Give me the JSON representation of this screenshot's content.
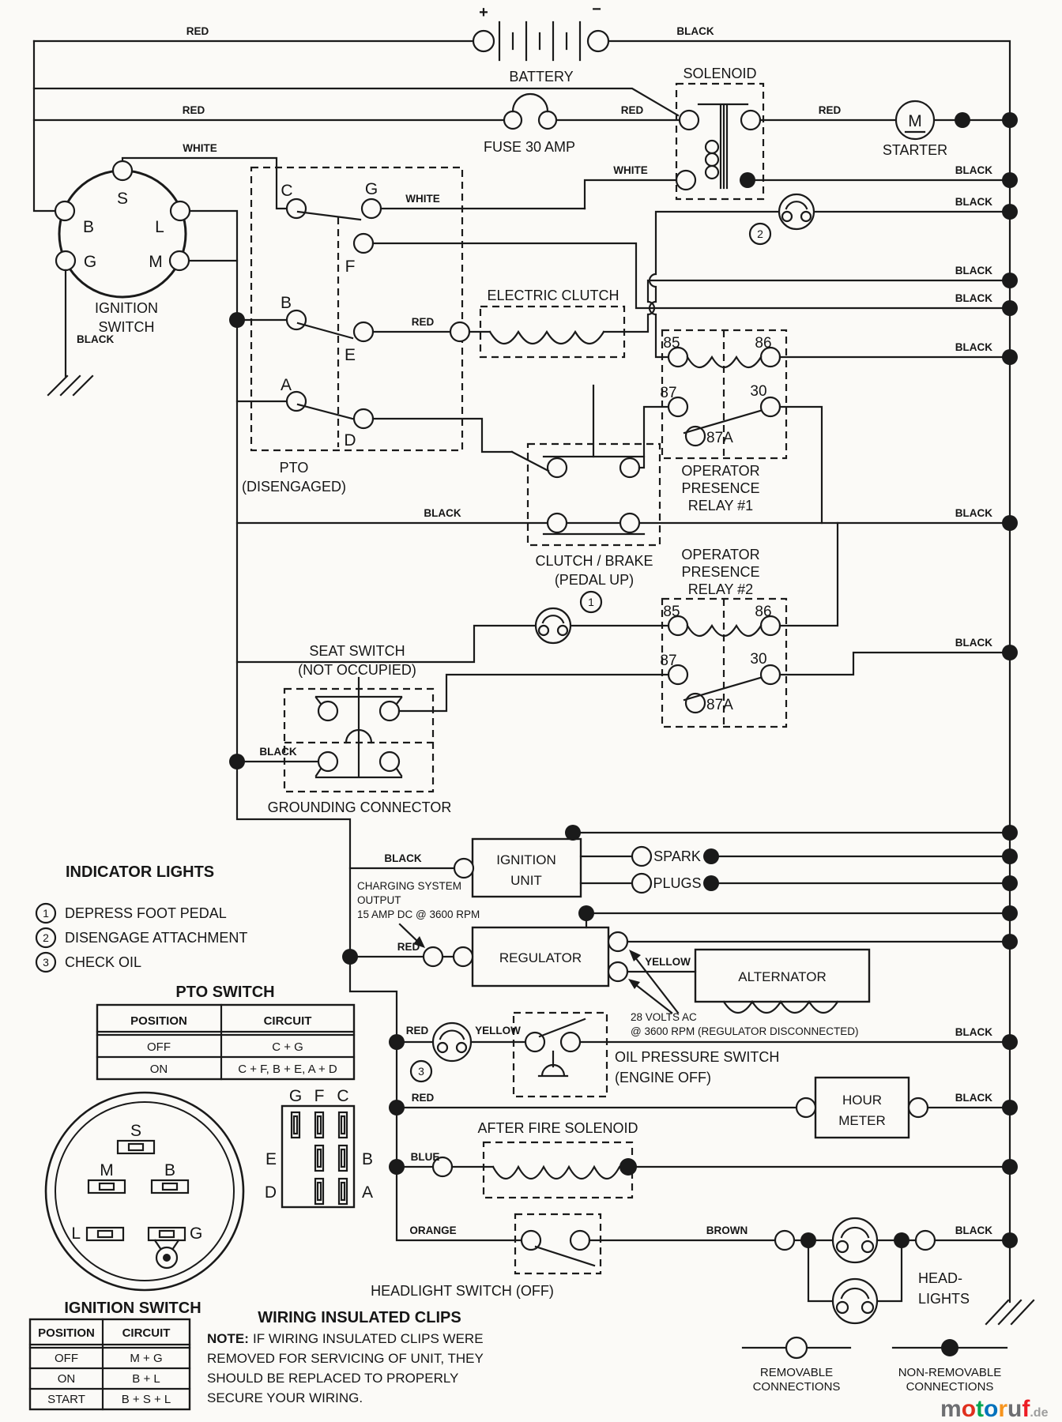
{
  "wire_colors": {
    "red": "RED",
    "black": "BLACK",
    "white": "WHITE",
    "yellow": "YELLOW",
    "blue": "BLUE",
    "orange": "ORANGE",
    "brown": "BROWN"
  },
  "components": {
    "battery": "BATTERY",
    "battery_plus": "+",
    "battery_minus": "−",
    "fuse": "FUSE 30 AMP",
    "solenoid": "SOLENOID",
    "starter": "STARTER",
    "starter_motor": "M",
    "ignition_switch": [
      "IGNITION",
      "SWITCH"
    ],
    "pto": [
      "PTO",
      "(DISENGAGED)"
    ],
    "electric_clutch": "ELECTRIC CLUTCH",
    "clutch_brake": [
      "CLUTCH / BRAKE",
      "(PEDAL UP)"
    ],
    "operator_relay": [
      "OPERATOR",
      "PRESENCE"
    ],
    "relay1": "RELAY #1",
    "relay2": "RELAY #2",
    "seat": [
      "SEAT SWITCH",
      "(NOT OCCUPIED)"
    ],
    "grounding": "GROUNDING CONNECTOR",
    "ignition_unit": [
      "IGNITION",
      "UNIT"
    ],
    "spark_plugs": [
      "SPARK",
      "PLUGS"
    ],
    "regulator": "REGULATOR",
    "alternator": "ALTERNATOR",
    "oil_switch": [
      "OIL PRESSURE SWITCH",
      "(ENGINE OFF)"
    ],
    "hour_meter": [
      "HOUR",
      "METER"
    ],
    "after_fire": "AFTER FIRE SOLENOID",
    "headlight_switch": "HEADLIGHT SWITCH (OFF)",
    "headlights": [
      "HEAD-",
      "LIGHTS"
    ]
  },
  "terminals": {
    "ignition": {
      "s": "S",
      "b": "B",
      "l": "L",
      "g": "G",
      "m": "M"
    },
    "pto": {
      "c": "C",
      "g": "G",
      "f": "F",
      "b": "B",
      "e": "E",
      "a": "A",
      "d": "D"
    },
    "relay": {
      "t85": "85",
      "t86": "86",
      "t87": "87",
      "t30": "30",
      "t87a": "87A"
    },
    "block": {
      "g": "G",
      "f": "F",
      "c": "C",
      "e": "E",
      "d": "D",
      "b": "B",
      "a": "A"
    }
  },
  "indicators": {
    "title": "INDICATOR LIGHTS",
    "items": [
      {
        "num": "1",
        "label": "DEPRESS FOOT PEDAL"
      },
      {
        "num": "2",
        "label": "DISENGAGE ATTACHMENT"
      },
      {
        "num": "3",
        "label": "CHECK OIL"
      }
    ]
  },
  "annotations": {
    "charging": [
      "CHARGING SYSTEM",
      "OUTPUT",
      "15 AMP DC @ 3600 RPM"
    ],
    "volts": [
      "28 VOLTS AC",
      "@ 3600 RPM (REGULATOR DISCONNECTED)"
    ]
  },
  "tables": {
    "pto": {
      "title": "PTO SWITCH",
      "headers": [
        "POSITION",
        "CIRCUIT"
      ],
      "rows": [
        [
          "OFF",
          "C + G"
        ],
        [
          "ON",
          "C + F, B + E, A + D"
        ]
      ]
    },
    "ignition": {
      "title": "IGNITION SWITCH",
      "headers": [
        "POSITION",
        "CIRCUIT"
      ],
      "rows": [
        [
          "OFF",
          "M + G"
        ],
        [
          "ON",
          "B + L"
        ],
        [
          "START",
          "B + S + L"
        ]
      ]
    }
  },
  "note": {
    "title": "WIRING INSULATED CLIPS",
    "prefix": "NOTE:",
    "lines": [
      "IF WIRING INSULATED CLIPS WERE",
      "REMOVED FOR SERVICING OF UNIT, THEY",
      "SHOULD BE REPLACED TO PROPERLY",
      "SECURE YOUR WIRING."
    ]
  },
  "legend": {
    "removable": [
      "REMOVABLE",
      "CONNECTIONS"
    ],
    "non_removable": [
      "NON-REMOVABLE",
      "CONNECTIONS"
    ]
  },
  "watermark": {
    "letters": [
      {
        "ch": "m",
        "color": "#6d6e71"
      },
      {
        "ch": "o",
        "color": "#e0301e"
      },
      {
        "ch": "t",
        "color": "#00a651"
      },
      {
        "ch": "o",
        "color": "#0072bc"
      },
      {
        "ch": "r",
        "color": "#f7941d"
      },
      {
        "ch": "u",
        "color": "#6d6e71"
      },
      {
        "ch": "f",
        "color": "#ed1c24"
      }
    ],
    "suffix": ".de"
  }
}
